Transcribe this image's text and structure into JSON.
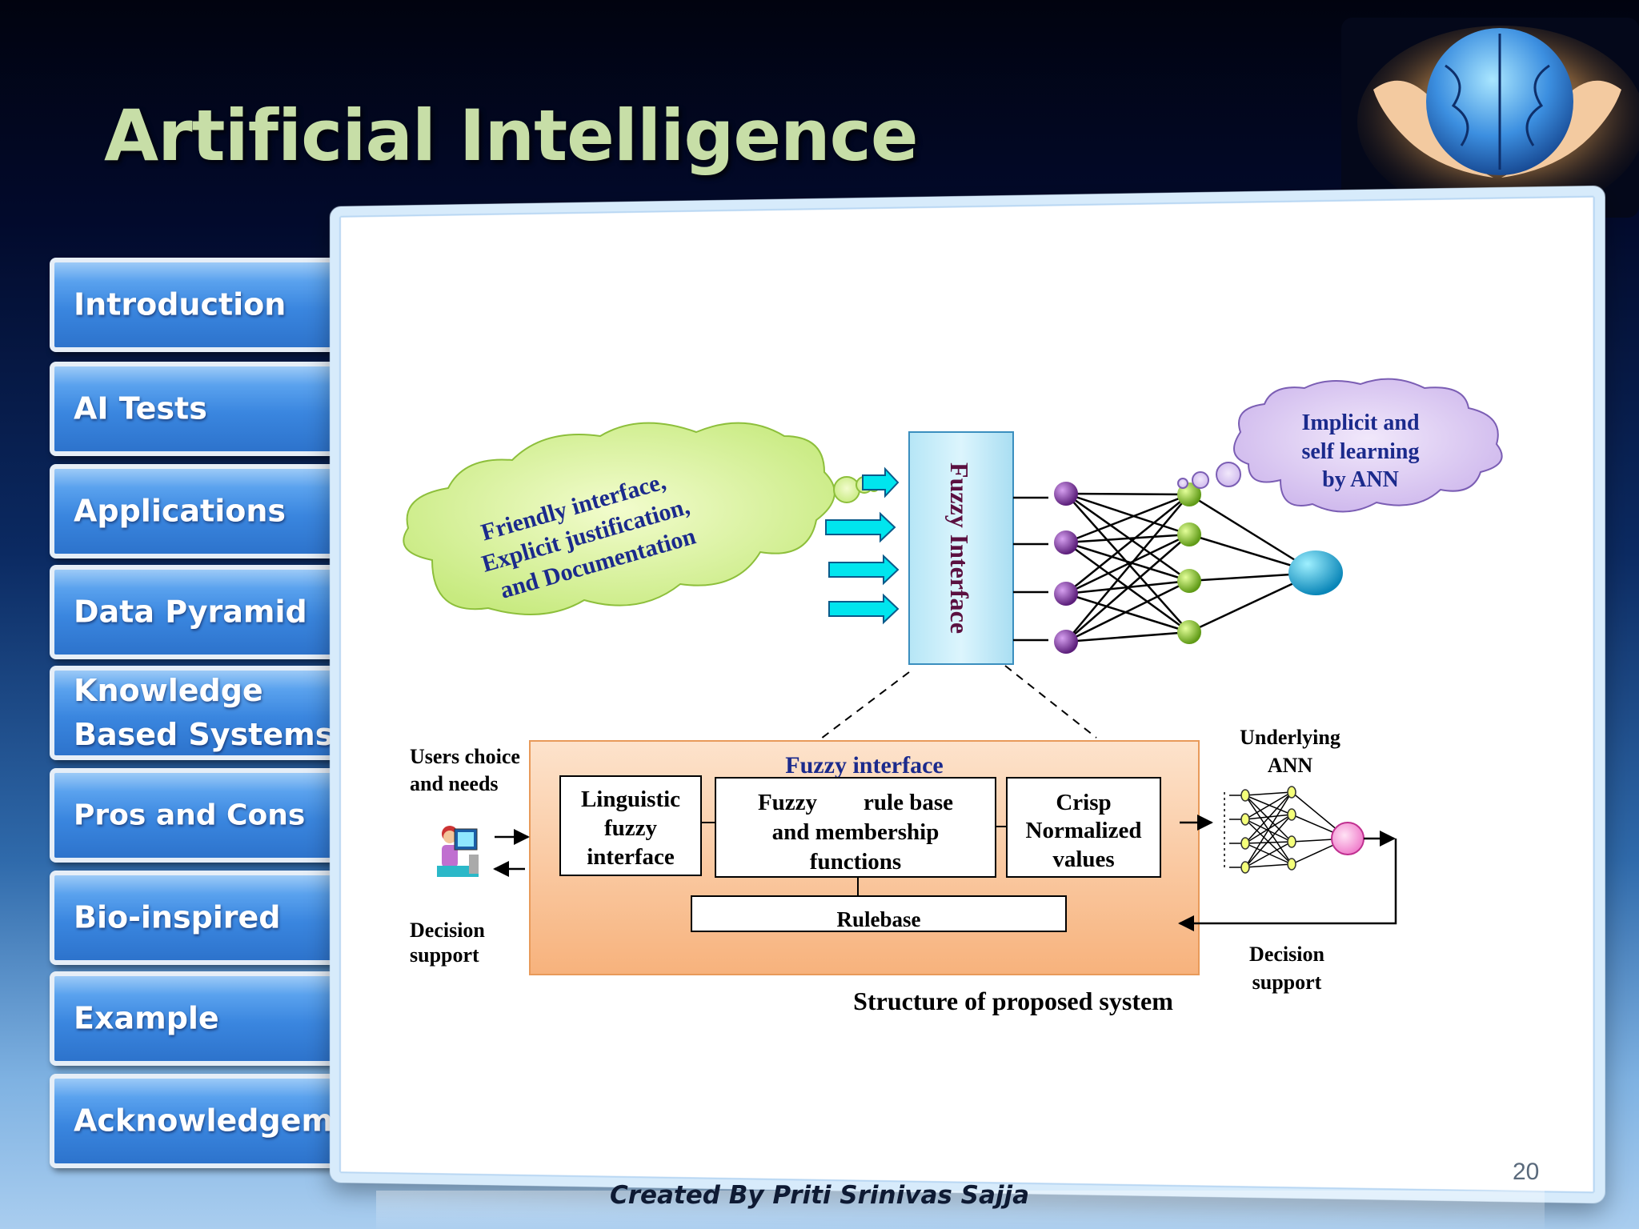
{
  "title": "Artificial Intelligence",
  "nav": [
    {
      "label": "Introduction"
    },
    {
      "label": "AI Tests"
    },
    {
      "label": "Applications"
    },
    {
      "label": "Data Pyramid"
    },
    {
      "label": "Knowledge\nBased Systems"
    },
    {
      "label": "Pros and Cons"
    },
    {
      "label": "Bio-inspired"
    },
    {
      "label": "Example"
    },
    {
      "label": "Acknowledgement"
    }
  ],
  "diagram": {
    "cloud_left": [
      "Friendly interface,",
      "Explicit  justification,",
      "and  Documentation"
    ],
    "fuzzy_interface_vertical": "Fuzzy Interface",
    "cloud_right": [
      "Implicit and",
      "self learning",
      "by ANN"
    ],
    "users_choice": [
      "Users choice",
      "and needs"
    ],
    "decision_support_left": [
      "Decision",
      "support"
    ],
    "fuzzy_interface_heading": "Fuzzy interface",
    "box_linguistic": [
      "Linguistic",
      "fuzzy",
      "interface"
    ],
    "box_rule": [
      "Fuzzy        rule base",
      "and membership",
      "functions"
    ],
    "box_crisp": [
      "Crisp",
      "Normalized",
      "values"
    ],
    "rulebase": "Rulebase",
    "underlying_ann": [
      "Underlying",
      "ANN"
    ],
    "decision_support_right": [
      "Decision",
      "support"
    ],
    "caption": "Structure of proposed system"
  },
  "page_number": "20",
  "credit": "Created By Priti Srinivas Sajja",
  "colors": {
    "nav_blue": "#3a86df",
    "title_green": "#c7dea7",
    "cloud_left_fill": "#d9f3a0",
    "cloud_right_fill": "#ddccf2",
    "fuzzy_box_fill": "#c4ecf8",
    "orange_box_fill": "#fbc999",
    "arrow_cyan": "#00e5ee"
  },
  "icons": [
    "brain-in-hands-image",
    "user-at-computer-icon"
  ]
}
